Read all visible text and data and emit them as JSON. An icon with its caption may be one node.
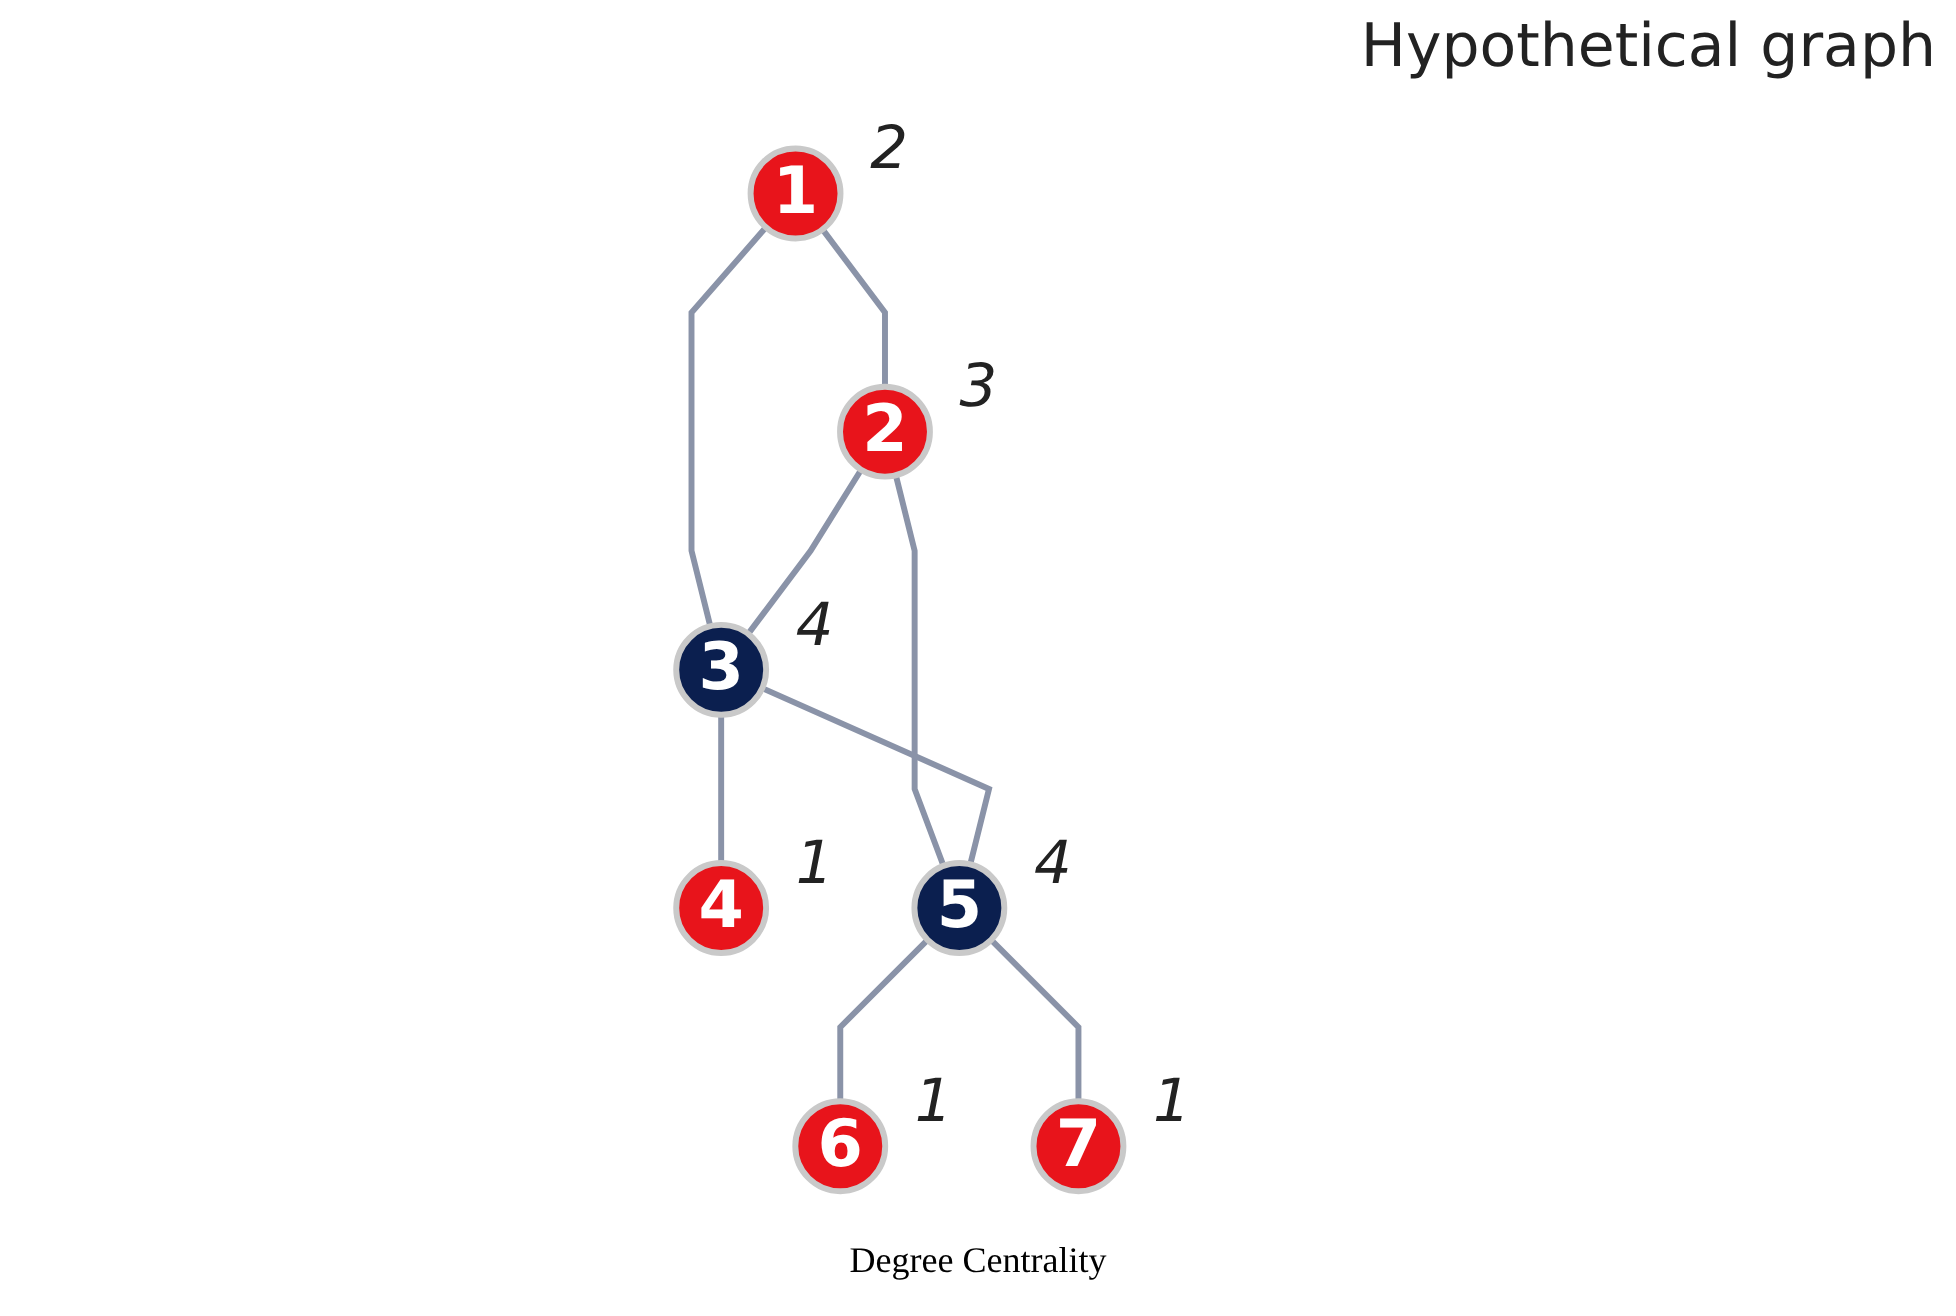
{
  "diagram": {
    "title": "Hypothetical graph",
    "caption": "Degree Centrality",
    "nodes": [
      {
        "text": [
          "1"
        ],
        "beside": [
          "2"
        ]
      },
      {
        "text": [
          "2"
        ],
        "beside": [
          "3"
        ]
      },
      {
        "text": [
          "3"
        ],
        "beside": [
          "4"
        ]
      },
      {
        "text": [
          "4"
        ],
        "beside": [
          "1"
        ]
      },
      {
        "text": [
          "5"
        ],
        "beside": [
          "4"
        ]
      },
      {
        "text": [
          "6"
        ],
        "beside": [
          "1"
        ]
      },
      {
        "text": [
          "7"
        ],
        "beside": [
          "1"
        ]
      }
    ],
    "edges": [
      {
        "from": 0,
        "to": 1,
        "arrow": "none"
      },
      {
        "from": 0,
        "to": 2,
        "arrow": "none"
      },
      {
        "from": 1,
        "to": 2,
        "arrow": "none"
      },
      {
        "from": 1,
        "to": 4,
        "arrow": "none"
      },
      {
        "from": 2,
        "to": 3,
        "arrow": "none"
      },
      {
        "from": 2,
        "to": 4,
        "arrow": "none"
      },
      {
        "from": 4,
        "to": 5,
        "arrow": "none"
      },
      {
        "from": 4,
        "to": 6,
        "arrow": "none"
      }
    ]
  }
}
